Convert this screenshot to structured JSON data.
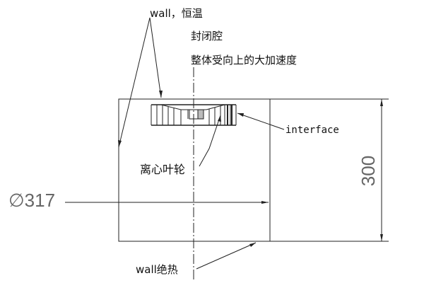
{
  "labels": {
    "wall_top": "wall，恒温",
    "sealed_cavity": "封闭腔",
    "acceleration": "整体受向上的大加速度",
    "interface": "interface",
    "impeller": "离心叶轮",
    "wall_bottom": "wall绝热"
  },
  "dimensions": {
    "diameter": "∅317",
    "height": "300"
  }
}
